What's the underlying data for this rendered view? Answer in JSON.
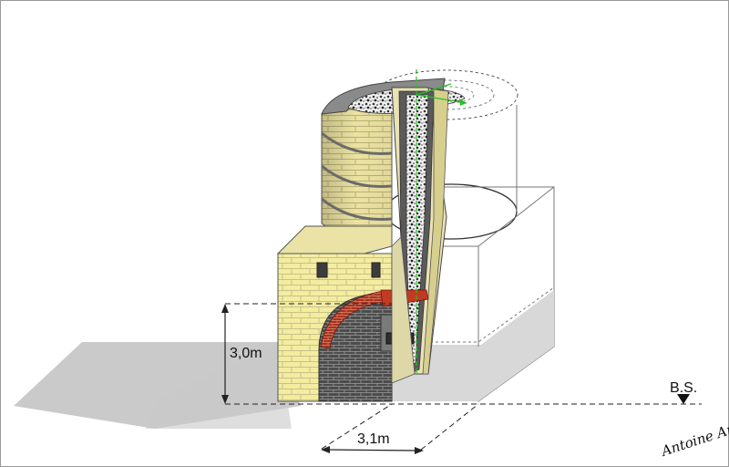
{
  "labels": {
    "height_dimension": "3,0m",
    "width_dimension": "3,1m",
    "ground_level": "B.S.",
    "signature": "Antoine Angust"
  },
  "colors": {
    "brick_yellow": "#f4eda0",
    "mortar": "#c7c08a",
    "inner_lining": "#5a5a5a",
    "refractory_red": "#c23a22",
    "fill_aggregate": "#dcdcdc",
    "chimney_axis": "#22c422",
    "shadow": "#b8b8b8"
  },
  "icons": {
    "ground_marker": "triangle-down-icon",
    "axis_arrow": "arrow-icon"
  }
}
